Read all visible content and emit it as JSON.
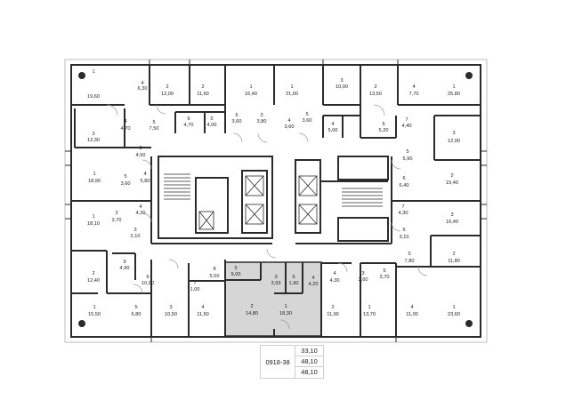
{
  "plan": {
    "apartment_code": "0918-38",
    "apartment_areas": [
      "33,10",
      "48,10",
      "48,10"
    ],
    "highlight_color": "#d6d6d6",
    "wall_color": "#2b2b2b",
    "rooms": [
      {
        "id": "n1",
        "number": "1",
        "area": "19,60"
      },
      {
        "id": "n2",
        "number": "4",
        "area": "6,30"
      },
      {
        "id": "n3",
        "number": "2",
        "area": "12,00"
      },
      {
        "id": "n4",
        "number": "2",
        "area": "11,60"
      },
      {
        "id": "n5",
        "number": "1",
        "area": "16,40"
      },
      {
        "id": "n6",
        "number": "1",
        "area": "21,00"
      },
      {
        "id": "n7",
        "number": "3",
        "area": "10,00"
      },
      {
        "id": "n8",
        "number": "2",
        "area": "13,50"
      },
      {
        "id": "n9",
        "number": "4",
        "area": "7,70"
      },
      {
        "id": "n10",
        "number": "1",
        "area": "25,80"
      },
      {
        "id": "n11",
        "number": "3",
        "area": "12,30"
      },
      {
        "id": "n12",
        "number": "5",
        "area": "7,50"
      },
      {
        "id": "n13",
        "number": "6",
        "area": "4,70"
      },
      {
        "id": "n14",
        "number": "5",
        "area": "4,00"
      },
      {
        "id": "n15",
        "number": "6",
        "area": "3,60"
      },
      {
        "id": "n16",
        "number": "3",
        "area": "3,80"
      },
      {
        "id": "n17",
        "number": "4",
        "area": "3,60"
      },
      {
        "id": "n18",
        "number": "5",
        "area": "3,60"
      },
      {
        "id": "n19",
        "number": "4",
        "area": "5,00"
      },
      {
        "id": "n20",
        "number": "6",
        "area": "5,20"
      },
      {
        "id": "n21",
        "number": "7",
        "area": "4,40"
      },
      {
        "id": "n22",
        "number": "3",
        "area": "12,00"
      },
      {
        "id": "n23",
        "number": "4",
        "area": "4,70"
      },
      {
        "id": "n24",
        "number": "3",
        "area": "4,50"
      },
      {
        "id": "n25",
        "number": "5",
        "area": "5,90"
      },
      {
        "id": "n26",
        "number": "1",
        "area": "18,90"
      },
      {
        "id": "n27",
        "number": "5",
        "area": "3,60"
      },
      {
        "id": "n28",
        "number": "4",
        "area": "5,80"
      },
      {
        "id": "n29",
        "number": "6",
        "area": "6,40"
      },
      {
        "id": "n30",
        "number": "2",
        "area": "15,40"
      },
      {
        "id": "n31",
        "number": "1",
        "area": "18,10"
      },
      {
        "id": "n32",
        "number": "2",
        "area": "3,70"
      },
      {
        "id": "n33",
        "number": "4",
        "area": "4,20"
      },
      {
        "id": "n34",
        "number": "3",
        "area": "2,10"
      },
      {
        "id": "n35",
        "number": "7",
        "area": "4,30"
      },
      {
        "id": "n36",
        "number": "3",
        "area": "16,40"
      },
      {
        "id": "n37",
        "number": "6",
        "area": "3,10"
      },
      {
        "id": "n38",
        "number": "2",
        "area": "12,40"
      },
      {
        "id": "n39",
        "number": "9",
        "area": "4,90"
      },
      {
        "id": "n40",
        "number": "6",
        "area": "10,90"
      },
      {
        "id": "n41",
        "number": "8",
        "area": "5,50"
      },
      {
        "id": "n42",
        "number": "7",
        "area": "1,00"
      },
      {
        "id": "n43",
        "number": "5",
        "area": "9,00"
      },
      {
        "id": "n44",
        "number": "3",
        "area": "3,93"
      },
      {
        "id": "n45",
        "number": "6",
        "area": "1,90"
      },
      {
        "id": "n46",
        "number": "4",
        "area": "4,20"
      },
      {
        "id": "n47",
        "number": "4",
        "area": "4,30"
      },
      {
        "id": "n48",
        "number": "3",
        "area": "3,60"
      },
      {
        "id": "n49",
        "number": "5",
        "area": "3,70"
      },
      {
        "id": "n50",
        "number": "5",
        "area": "7,80"
      },
      {
        "id": "n51",
        "number": "2",
        "area": "11,80"
      },
      {
        "id": "n52",
        "number": "1",
        "area": "15,50"
      },
      {
        "id": "n53",
        "number": "5",
        "area": "6,80"
      },
      {
        "id": "n54",
        "number": "3",
        "area": "10,50"
      },
      {
        "id": "n55",
        "number": "4",
        "area": "11,50"
      },
      {
        "id": "n56",
        "number": "2",
        "area": "14,80"
      },
      {
        "id": "n57",
        "number": "1",
        "area": "18,30"
      },
      {
        "id": "n58",
        "number": "2",
        "area": "11,90"
      },
      {
        "id": "n59",
        "number": "1",
        "area": "13,70"
      },
      {
        "id": "n60",
        "number": "4",
        "area": "11,00"
      },
      {
        "id": "n61",
        "number": "1",
        "area": "23,60"
      }
    ]
  }
}
